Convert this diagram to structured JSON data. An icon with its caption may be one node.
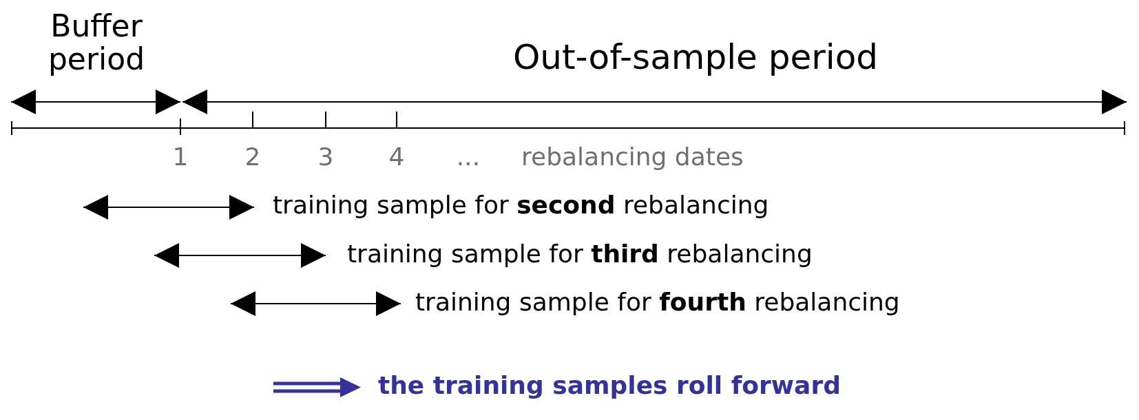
{
  "diagram": {
    "labels": [
      "Buffer period",
      "Out-of-sample period",
      "1",
      "2",
      "3",
      "4",
      "...",
      "rebalancing dates",
      "training sample for **second** rebalancing",
      "training sample for **third** rebalancing",
      "training sample for **fourth** rebalancing",
      "the training samples roll forward"
    ]
  }
}
